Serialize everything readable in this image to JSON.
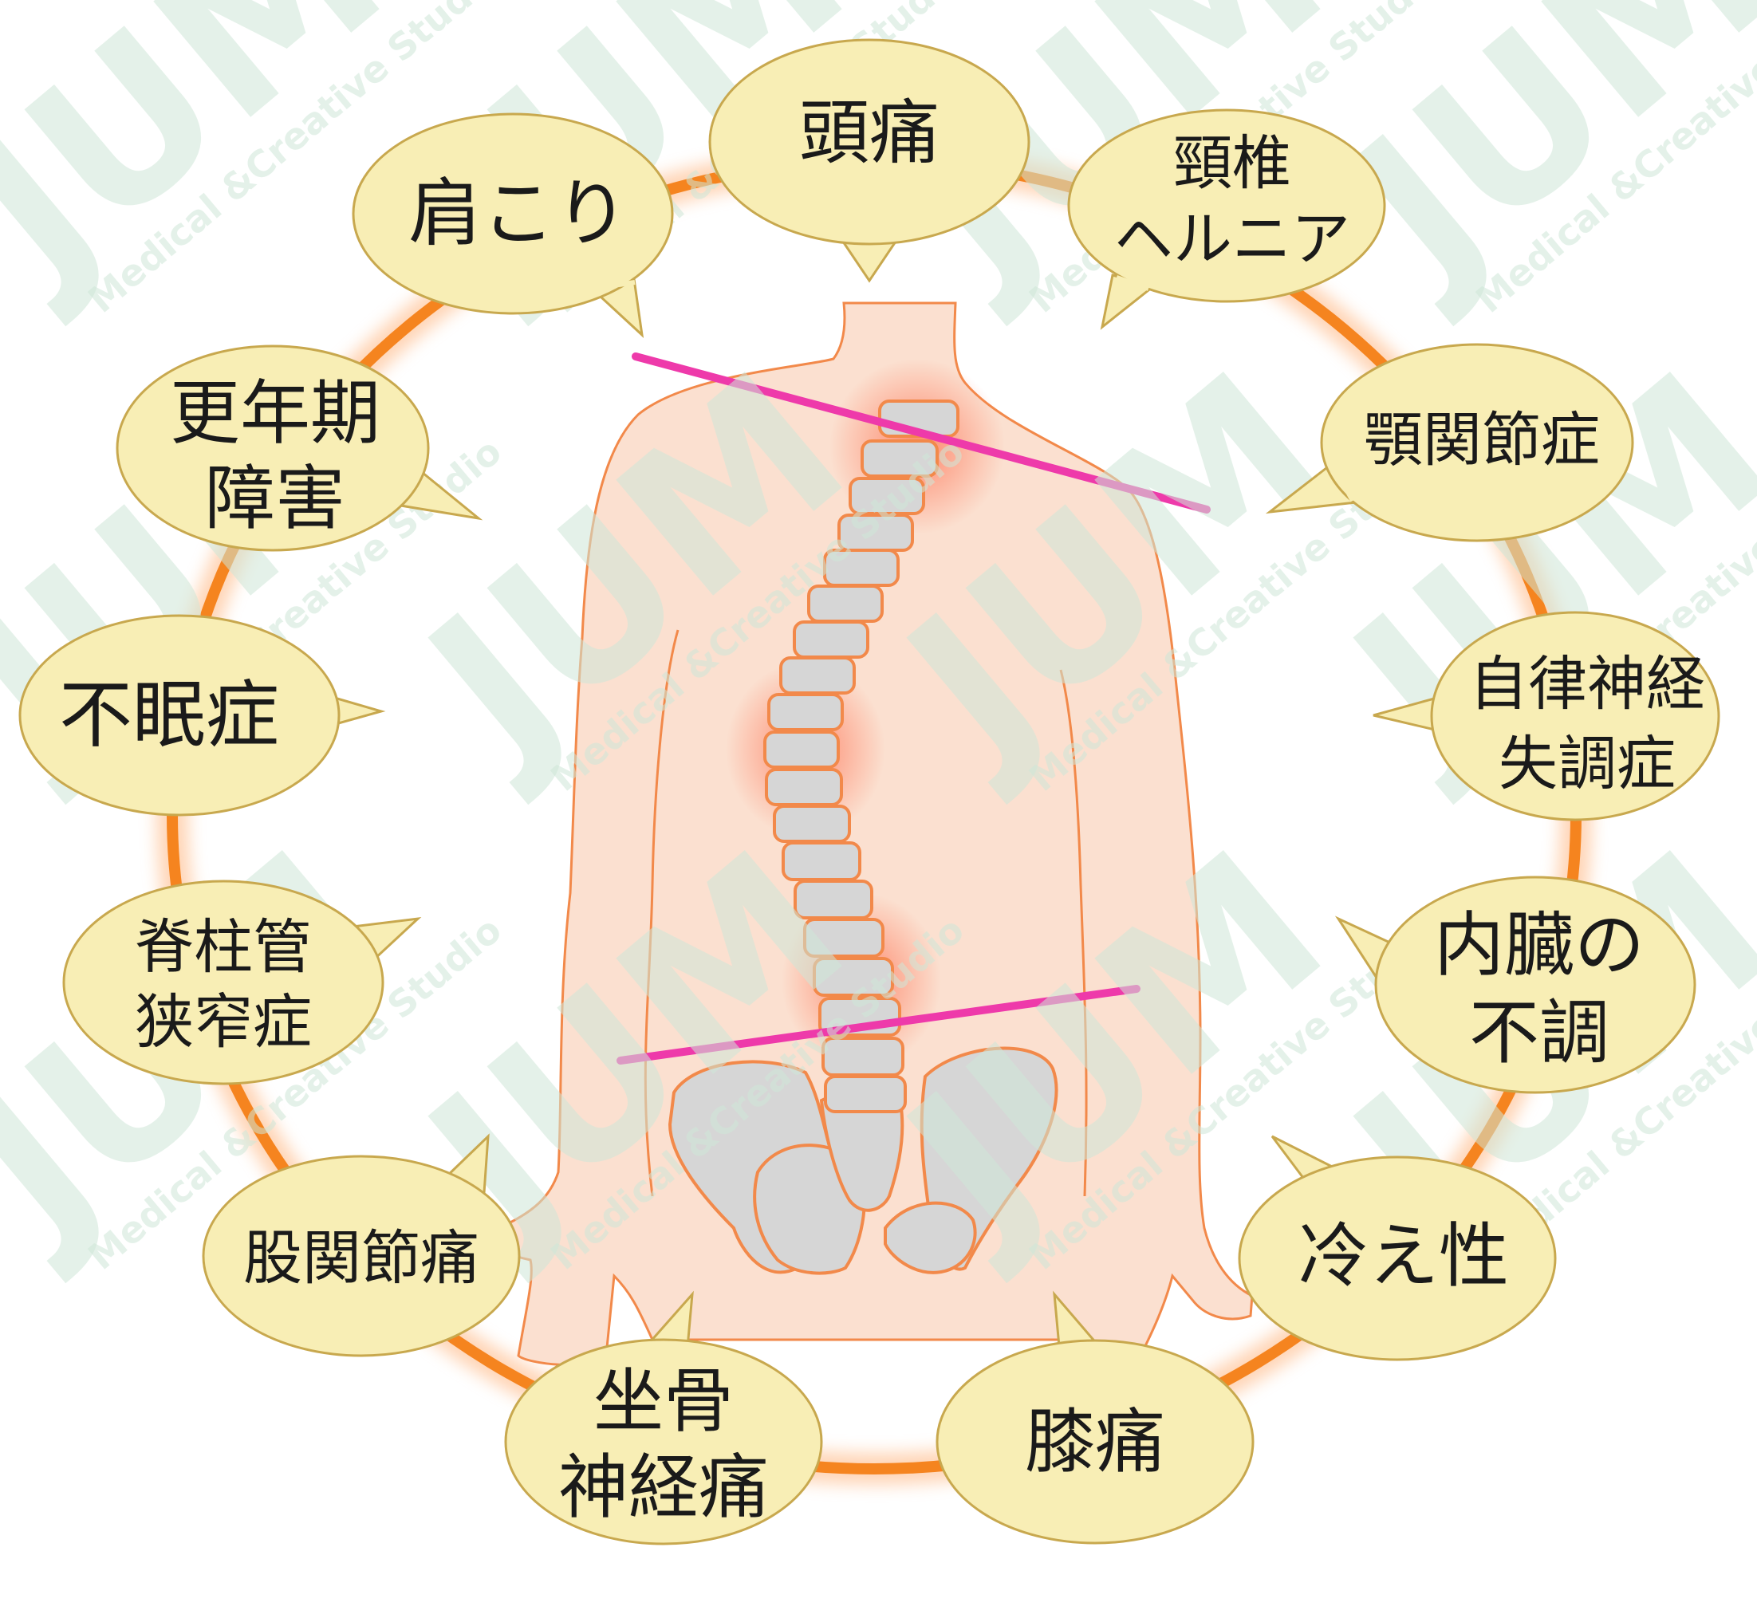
{
  "colors": {
    "ring": "#f5841f",
    "bubble_fill": "#f8eeb5",
    "bubble_stroke": "#c8a84e",
    "body_fill": "#fbe0d0",
    "body_stroke": "#f2894a",
    "bone_fill": "#d6d6d6",
    "bone_stroke": "#f2894a",
    "line_magenta": "#ee3aaa",
    "watermark": "#cfe7d8"
  },
  "symptoms": {
    "headache": [
      "頭痛"
    ],
    "cervical_hernia": [
      "頸椎",
      "ヘルニア"
    ],
    "tmj": [
      "顎関節症"
    ],
    "autonomic": [
      "自律神経",
      "失調症"
    ],
    "visceral": [
      "内臓の",
      "不調"
    ],
    "cold": [
      "冷え性"
    ],
    "knee": [
      "膝痛"
    ],
    "sciatica": [
      "坐骨",
      "神経痛"
    ],
    "hip": [
      "股関節痛"
    ],
    "stenosis": [
      "脊柱管",
      "狭窄症"
    ],
    "insomnia": [
      "不眠症"
    ],
    "menopause": [
      "更年期",
      "障害"
    ],
    "shoulder": [
      "肩こり"
    ]
  },
  "watermark": {
    "logo": "JUM",
    "tagline": "Medical &Creative Studio"
  }
}
